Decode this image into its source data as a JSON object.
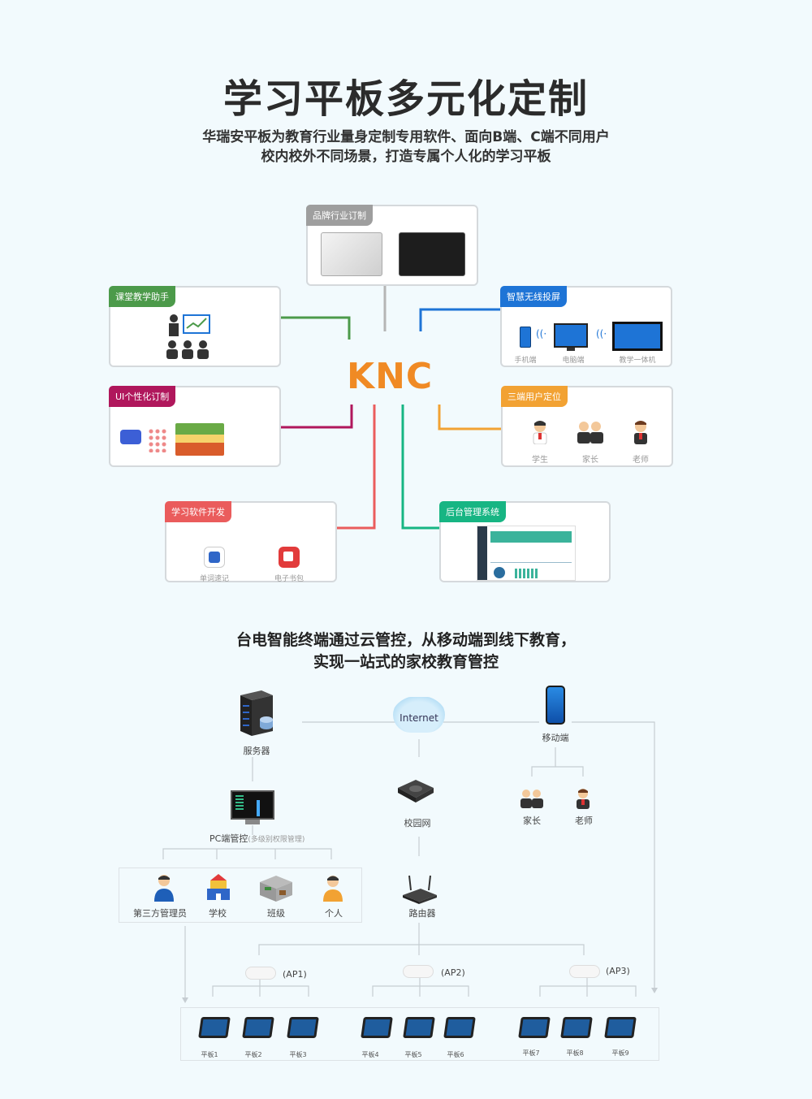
{
  "header": {
    "title": "学习平板多元化定制",
    "subtitle_line1": "华瑞安平板为教育行业量身定制专用软件、面向B端、C端不同用户",
    "subtitle_line2": "校内校外不同场景，打造专属个人化的学习平板"
  },
  "hub": {
    "logo": "KNC"
  },
  "cards": {
    "brand": {
      "tag": "品牌行业订制",
      "color": "#9e9e9e"
    },
    "classroom": {
      "tag": "课堂教学助手",
      "color": "#4c9a4a"
    },
    "screencast": {
      "tag": "智慧无线投屏",
      "color": "#1e74d6",
      "devices": [
        "手机端",
        "电脑端",
        "教学一体机"
      ]
    },
    "ui": {
      "tag": "UI个性化订制",
      "color": "#b0175c"
    },
    "users": {
      "tag": "三端用户定位",
      "color": "#f2a233",
      "roles": [
        "学生",
        "家长",
        "老师"
      ]
    },
    "software": {
      "tag": "学习软件开发",
      "color": "#ea5c5c",
      "apps": [
        "单词速记",
        "电子书包"
      ]
    },
    "backend": {
      "tag": "后台管理系统",
      "color": "#17b583"
    }
  },
  "section2": {
    "line1": "台电智能终端通过云管控，从移动端到线下教育，",
    "line2": "实现一站式的家校教育管控"
  },
  "network": {
    "server": "服务器",
    "internet": "Internet",
    "mobile": "移动端",
    "parent": "家长",
    "teacher": "老师",
    "pc": "PC端管控",
    "pc_note": "(多级别权限管理)",
    "campus": "校园网",
    "router": "路由器",
    "managers": [
      "第三方管理员",
      "学校",
      "班级",
      "个人"
    ],
    "aps": [
      "(AP1)",
      "(AP2)",
      "(AP3)"
    ],
    "tablets": [
      "平板1",
      "平板2",
      "平板3",
      "平板4",
      "平板5",
      "平板6",
      "平板7",
      "平板8",
      "平板9"
    ]
  }
}
